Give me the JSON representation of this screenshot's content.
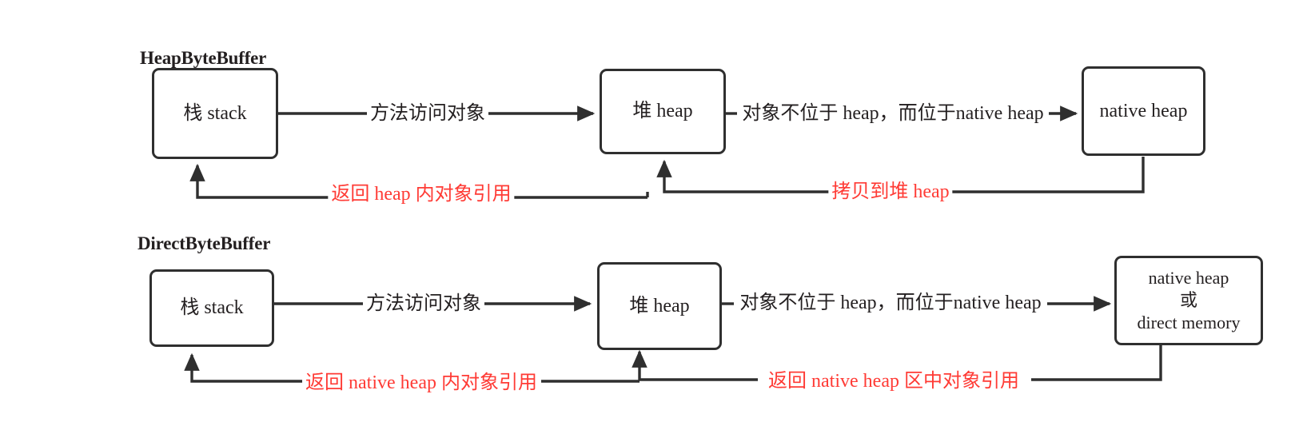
{
  "diagram": {
    "type": "flow-diagram",
    "background_color": "#ffffff",
    "line_color": "#2f2f2f",
    "text_color": "#231f20",
    "accent_color": "#ff3b35",
    "sections": [
      {
        "title": "HeapByteBuffer",
        "nodes": [
          {
            "id": "heap-stack",
            "label": "栈 stack"
          },
          {
            "id": "heap-heap",
            "label": "堆 heap"
          },
          {
            "id": "heap-native",
            "label": "native heap"
          }
        ],
        "edges": [
          {
            "id": "heap-edge-1",
            "label": "方法访问对象",
            "color": "#231f20"
          },
          {
            "id": "heap-edge-2",
            "label": "对象不位于 heap，而位于native heap",
            "color": "#231f20"
          },
          {
            "id": "heap-edge-3",
            "label": "返回 heap 内对象引用",
            "color": "#ff3b35"
          },
          {
            "id": "heap-edge-4",
            "label": "拷贝到堆 heap",
            "color": "#ff3b35"
          }
        ]
      },
      {
        "title": "DirectByteBuffer",
        "nodes": [
          {
            "id": "direct-stack",
            "label": "栈 stack"
          },
          {
            "id": "direct-heap",
            "label": "堆 heap"
          },
          {
            "id": "direct-native",
            "label": "native heap\n或\ndirect memory"
          }
        ],
        "edges": [
          {
            "id": "direct-edge-1",
            "label": "方法访问对象",
            "color": "#231f20"
          },
          {
            "id": "direct-edge-2",
            "label": "对象不位于 heap，而位于native heap",
            "color": "#231f20"
          },
          {
            "id": "direct-edge-3",
            "label": "返回 native heap 内对象引用",
            "color": "#ff3b35"
          },
          {
            "id": "direct-edge-4",
            "label": "返回 native heap 区中对象引用",
            "color": "#ff3b35"
          }
        ]
      }
    ]
  }
}
